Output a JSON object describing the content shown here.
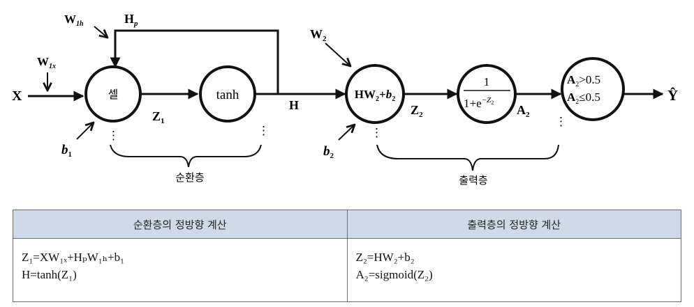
{
  "diagram": {
    "input_x": "X",
    "w1x": "W",
    "w1x_sub": "1x",
    "w1h": "W",
    "w1h_sub": "1h",
    "hp": "H",
    "hp_sub": "p",
    "b1": "b",
    "b1_sub": "1",
    "cell_label": "셀",
    "tanh_label": "tanh",
    "z1": "Z",
    "z1_sub": "1",
    "h_label": "H",
    "w2": "W",
    "w2_sub": "2",
    "b2": "b",
    "b2_sub": "2",
    "hw2_label": "HW",
    "hw2_sub": "2",
    "hw2_plus": "+",
    "hw2_b": "b",
    "hw2_b_sub": "2",
    "z2": "Z",
    "z2_sub": "2",
    "sigmoid_num": "1",
    "sigmoid_den": "1+e",
    "sigmoid_exp": "−Z",
    "sigmoid_exp_sub": "2",
    "a2": "A",
    "a2_sub": "2",
    "threshold_gt_a": "A",
    "threshold_gt_sub": "2",
    "threshold_gt_rest": ">0.5",
    "threshold_le_a": "A",
    "threshold_le_sub": "2",
    "threshold_le_rest": "≤0.5",
    "output_yhat": "Ŷ",
    "dots": "⋮",
    "recurrent_layer": "순환층",
    "output_layer": "출력층"
  },
  "table": {
    "header_left": "순환층의 정방향 계산",
    "header_right": "출력층의 정방향 계산",
    "left": {
      "line1": "Z₁=XW₁ₓ+HₚW₁ₕ+b₁",
      "line2": "H=tanh(Z₁)"
    },
    "right": {
      "line1": "Z₂=HW₂+b₂",
      "line2": "A₂=sigmoid(Z₂)"
    }
  }
}
